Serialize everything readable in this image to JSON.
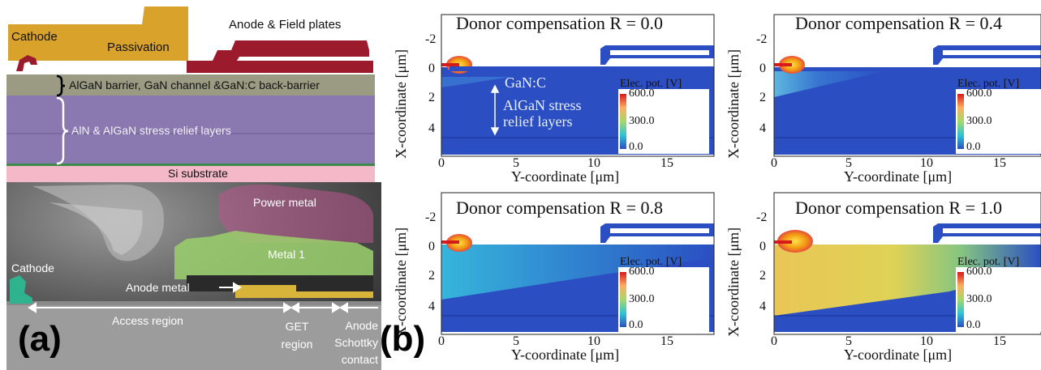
{
  "panel_a": {
    "label": "(a)",
    "stack": {
      "cathode": "Cathode",
      "passivation": "Passivation",
      "anode_field_plates": "Anode & Field plates",
      "barrier_channel": "AlGaN barrier, GaN channel &GaN:C back-barrier",
      "stress_relief": "AlN & AlGaN stress relief layers",
      "substrate": "Si substrate"
    },
    "sem": {
      "power_metal": "Power metal",
      "metal1": "Metal 1",
      "cathode": "Cathode",
      "anode_metal": "Anode metal",
      "access_region": "Access region",
      "get_region": "GET region",
      "anode_contact": "Anode Schottky contact"
    }
  },
  "panel_b": {
    "label": "(b)",
    "subplots": [
      {
        "title": "Donor compensation R = 0.0",
        "gan_c": "GaN:C",
        "stress": "AlGaN stress relief layers"
      },
      {
        "title": "Donor compensation R = 0.4"
      },
      {
        "title": "Donor compensation R = 0.8"
      },
      {
        "title": "Donor compensation R = 1.0"
      }
    ],
    "xlabel": "Y-coordinate [μm]",
    "ylabel": "X-coordinate [μm]",
    "xticks": [
      "0",
      "5",
      "10",
      "15"
    ],
    "yticks": [
      "-2",
      "0",
      "2",
      "4"
    ],
    "colorbar": {
      "title": "Elec. pot. [V]",
      "max": "600.0",
      "mid": "300.0",
      "min": "0.0"
    }
  }
}
